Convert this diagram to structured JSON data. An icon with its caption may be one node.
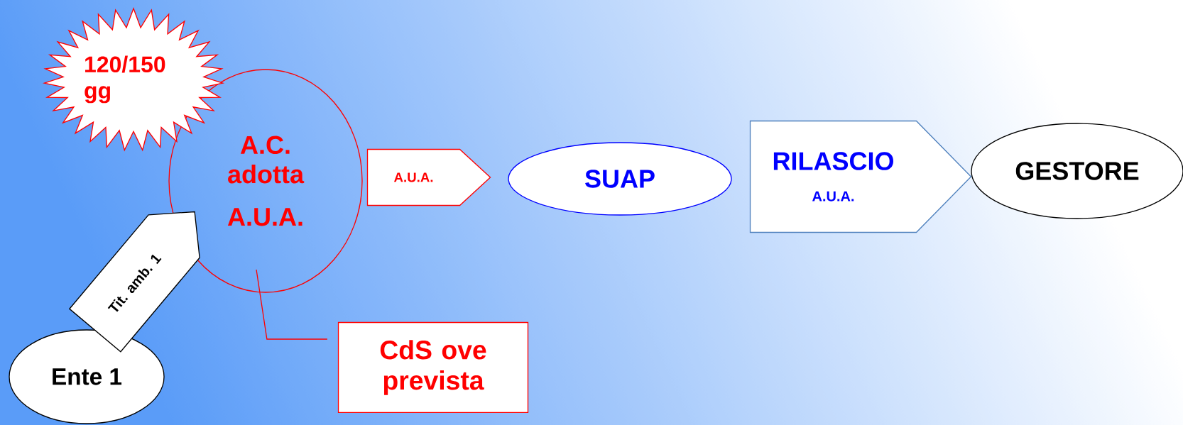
{
  "diagram": {
    "nodes": [
      {
        "text": [
          "120/150 gg"
        ]
      },
      {
        "text": [
          "A.C. adotta",
          "A.U.A."
        ]
      },
      {
        "text": [
          "A.U.A."
        ]
      },
      {
        "text": [
          "SUAP"
        ]
      },
      {
        "text": [
          "RILASCIO",
          "A.U.A."
        ]
      },
      {
        "text": [
          "GESTORE"
        ]
      },
      {
        "text": [
          "Ente 1"
        ]
      },
      {
        "text": [
          "Tit. amb. 1"
        ]
      },
      {
        "text": [
          "CdS ove prevista"
        ]
      }
    ],
    "edges": [
      {
        "from": 1,
        "to": 8,
        "arrow": "none"
      }
    ]
  }
}
